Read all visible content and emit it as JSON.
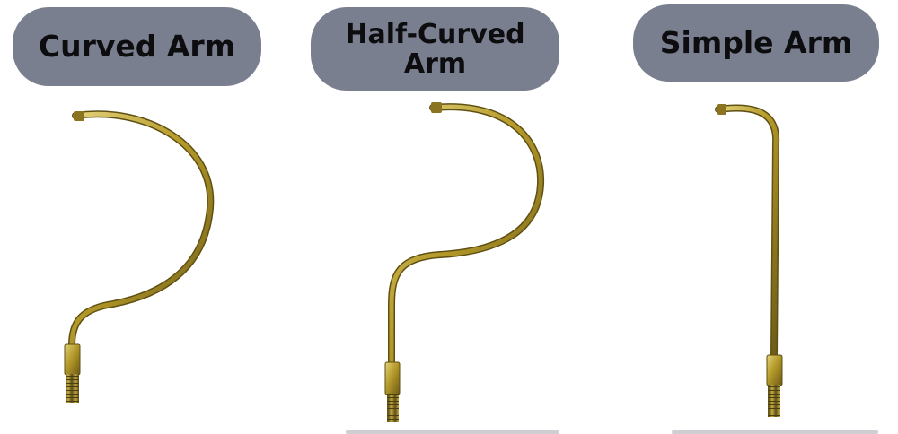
{
  "labels": {
    "curved": "Curved Arm",
    "half_curved": "Half-Curved\nArm",
    "simple": "Simple Arm"
  },
  "icons": {
    "curved": "curved-arm-image",
    "half_curved": "half-curved-arm-image",
    "simple": "simple-arm-image"
  },
  "colors": {
    "pill": "#7a7f8f",
    "text": "#0d0d10",
    "brass": "#b59a2a",
    "brass_light": "#e3d27a",
    "brass_dark": "#5e4f12"
  }
}
